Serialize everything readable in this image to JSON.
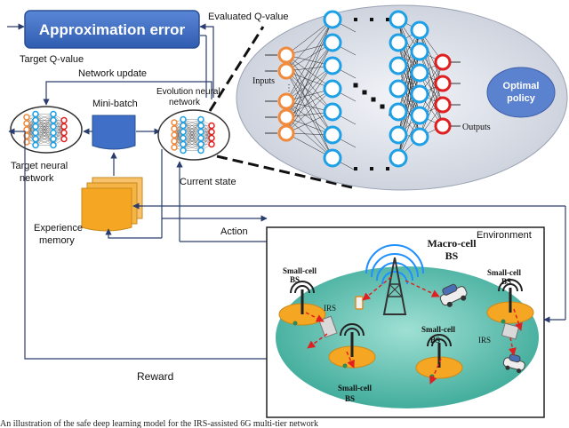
{
  "labels": {
    "approximation_error": "Approximation error",
    "evaluated_q": "Evaluated Q-value",
    "target_q": "Target Q-value",
    "network_update": "Network update",
    "mini_batch": "Mini-batch",
    "evolution_nn_1": "Evolution neural",
    "evolution_nn_2": "network",
    "target_nn_1": "Target neural",
    "target_nn_2": "network",
    "inputs": "Inputs",
    "outputs": "Outputs",
    "optimal_policy_1": "Optimal",
    "optimal_policy_2": "policy",
    "current_state": "Current state",
    "experience_1": "Experience",
    "experience_2": "memory",
    "action": "Action",
    "reward": "Reward",
    "environment": "Environment",
    "macro_1": "Macro-cell",
    "macro_2": "BS",
    "small_cell": "Small-cell",
    "bs": "BS",
    "irs": "IRS",
    "caption": "An illustration of the safe deep learning model for the IRS-assisted 6G multi-tier network"
  },
  "colors": {
    "blue_box": "#3f6fc6",
    "blue_node": "#1ea0e6",
    "orange_node": "#f08a3c",
    "red_node": "#e02020",
    "ellipse_fill": "#d6dbe6",
    "policy_fill": "#5b82cf",
    "memory": "#f5a623",
    "environment_floor": "#59c0b0"
  }
}
